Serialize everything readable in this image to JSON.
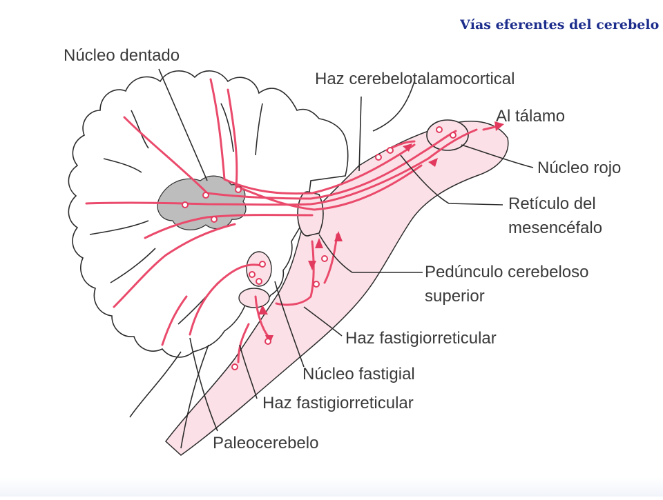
{
  "title": "Vías eferentes del cerebelo",
  "labels": {
    "nucleo_dentado": "Núcleo dentado",
    "haz_cerebelotalamocortical": "Haz cerebelotalamocortical",
    "al_talamo": "Al tálamo",
    "nucleo_rojo": "Núcleo rojo",
    "reticulo_line1": "Retículo del",
    "reticulo_line2": "mesencéfalo",
    "peduncculo_line1": "Pedúnculo cerebeloso",
    "peduncculo_line2": "superior",
    "haz_fastigiorreticular_1": "Haz fastigiorreticular",
    "nucleo_fastigial": "Núcleo fastigial",
    "haz_fastigiorreticular_2": "Haz fastigiorreticular",
    "paleocerebelo": "Paleocerebelo"
  },
  "colors": {
    "title": "#1c2d8c",
    "tract": "#ea4a6b",
    "tissue_fill": "#fbe1e7",
    "dentate_nucleus": "#bdbdbd",
    "outline": "#2b2b2b",
    "label_text": "#3a3a3a"
  }
}
